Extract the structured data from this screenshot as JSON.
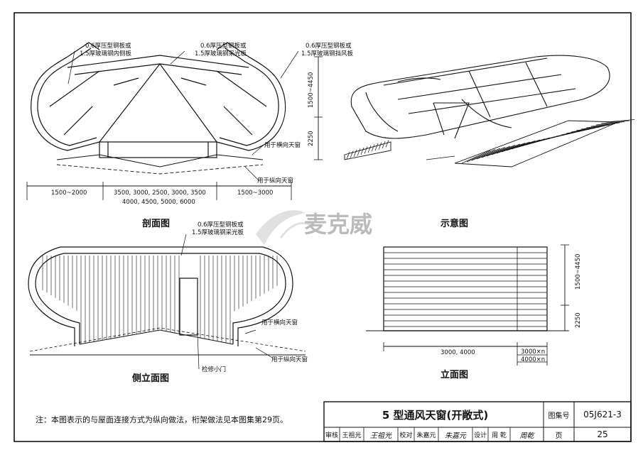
{
  "drawing": {
    "section_view": {
      "caption": "剖面图",
      "callouts": [
        "0.6厚压型钢板或",
        "1.5厚玻璃钢内侧板",
        "0.6厚压型钢板或",
        "1.5厚玻璃钢采光板",
        "0.6厚压型钢板或",
        "1.5厚玻璃钢挡风板"
      ],
      "dim_height": "1500~4450",
      "dim_base": "2250",
      "dim_left": "1500~2000",
      "dim_middle_1": "3500, 3000, 2500, 3000, 3500",
      "dim_middle_2": "4000, 4500, 5000, 6000",
      "dim_right": "1500~3000",
      "label_lateral": "用于横向天窗",
      "label_longitudinal": "用于纵向天窗"
    },
    "schematic_view": {
      "caption": "示意图"
    },
    "side_elevation": {
      "caption": "侧立面图",
      "callouts": [
        "0.6厚压型钢板或",
        "1.5厚玻璃钢采光板"
      ],
      "label_lateral": "用于横向天窗",
      "label_longitudinal": "用于纵向天窗",
      "label_door": "检修小门"
    },
    "elevation": {
      "caption": "立面图",
      "dim_height": "1500~4450",
      "dim_base": "2250",
      "dim_width": "3000, 4000",
      "dim_right_1": "3000×n",
      "dim_right_2": "4000×n"
    },
    "watermark": "麦克威",
    "note": "注：本图表示的与屋面连接方式为纵向做法，桁架做法见本图集第29页。"
  },
  "title_block": {
    "title": "5 型通风天窗(开敞式)",
    "atlas_label": "图集号",
    "atlas_no": "05J621-3",
    "review_label": "审核",
    "reviewer": "王祖光",
    "reviewer_sig": "王祖光",
    "check_label": "校对",
    "checker": "朱嘉元",
    "checker_sig": "朱嘉元",
    "design_label": "设计",
    "designer": "周 乾",
    "designer_sig": "周乾",
    "page_label": "页",
    "page_no": "25"
  }
}
